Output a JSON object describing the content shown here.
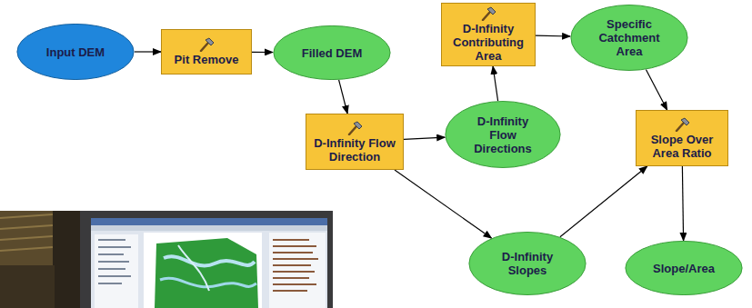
{
  "diagram": {
    "nodes": [
      {
        "text": [
          "Input DEM"
        ]
      },
      {
        "text": [
          "Pit Remove"
        ]
      },
      {
        "text": [
          "Filled DEM"
        ]
      },
      {
        "text": [
          "D-Infinity Contributing Area"
        ]
      },
      {
        "text": [
          "Specific Catchment Area"
        ]
      },
      {
        "text": [
          "D-Infinity Flow Direction"
        ]
      },
      {
        "text": [
          "D-Infinity Flow Directions"
        ]
      },
      {
        "text": [
          "Slope Over Area Ratio"
        ]
      },
      {
        "text": [
          "D-Infinity Slopes"
        ]
      },
      {
        "text": [
          "Slope/Area"
        ]
      }
    ],
    "edges": [
      {
        "from": 0,
        "to": 1,
        "arrow": "to"
      },
      {
        "from": 1,
        "to": 2,
        "arrow": "to"
      },
      {
        "from": 2,
        "to": 5,
        "arrow": "to"
      },
      {
        "from": 5,
        "to": 6,
        "arrow": "to"
      },
      {
        "from": 6,
        "to": 3,
        "arrow": "to"
      },
      {
        "from": 3,
        "to": 4,
        "arrow": "to"
      },
      {
        "from": 4,
        "to": 7,
        "arrow": "to"
      },
      {
        "from": 5,
        "to": 8,
        "arrow": "to"
      },
      {
        "from": 8,
        "to": 7,
        "arrow": "to"
      },
      {
        "from": 7,
        "to": 9,
        "arrow": "to"
      }
    ]
  }
}
